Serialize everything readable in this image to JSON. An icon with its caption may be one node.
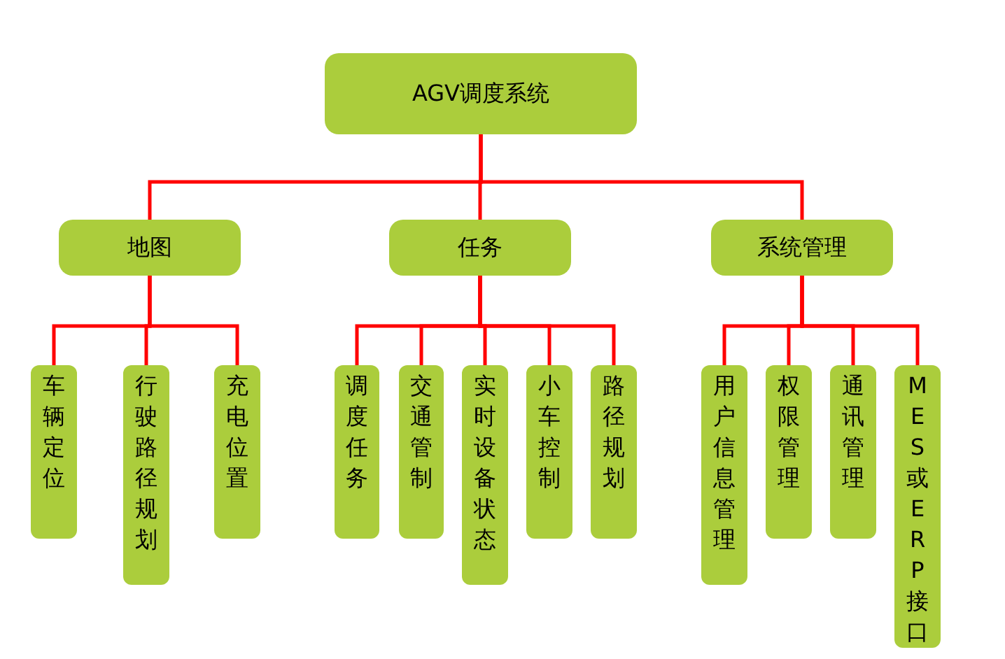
{
  "diagram": {
    "nodes": [
      {
        "text": [
          "AGV调度系统"
        ]
      },
      {
        "text": [
          "地图"
        ]
      },
      {
        "text": [
          "任务"
        ]
      },
      {
        "text": [
          "系统管理"
        ]
      },
      {
        "text": [
          "车辆定位"
        ]
      },
      {
        "text": [
          "行驶路径规划"
        ]
      },
      {
        "text": [
          "充电位置"
        ]
      },
      {
        "text": [
          "调度任务"
        ]
      },
      {
        "text": [
          "交通管制"
        ]
      },
      {
        "text": [
          "实时设备状态"
        ]
      },
      {
        "text": [
          "小车控制"
        ]
      },
      {
        "text": [
          "路径规划"
        ]
      },
      {
        "text": [
          "用户信息管理"
        ]
      },
      {
        "text": [
          "权限管理"
        ]
      },
      {
        "text": [
          "通讯管理"
        ]
      },
      {
        "text": [
          "MES或ERP接口"
        ]
      }
    ],
    "edges": [
      {
        "from": 0,
        "to": 1,
        "arrow": "none"
      },
      {
        "from": 0,
        "to": 2,
        "arrow": "none"
      },
      {
        "from": 0,
        "to": 3,
        "arrow": "none"
      },
      {
        "from": 1,
        "to": 4,
        "arrow": "none"
      },
      {
        "from": 1,
        "to": 5,
        "arrow": "none"
      },
      {
        "from": 1,
        "to": 6,
        "arrow": "none"
      },
      {
        "from": 2,
        "to": 7,
        "arrow": "none"
      },
      {
        "from": 2,
        "to": 8,
        "arrow": "none"
      },
      {
        "from": 2,
        "to": 9,
        "arrow": "none"
      },
      {
        "from": 2,
        "to": 10,
        "arrow": "none"
      },
      {
        "from": 2,
        "to": 11,
        "arrow": "none"
      },
      {
        "from": 3,
        "to": 12,
        "arrow": "none"
      },
      {
        "from": 3,
        "to": 13,
        "arrow": "none"
      },
      {
        "from": 3,
        "to": 14,
        "arrow": "none"
      },
      {
        "from": 3,
        "to": 15,
        "arrow": "none"
      }
    ]
  }
}
